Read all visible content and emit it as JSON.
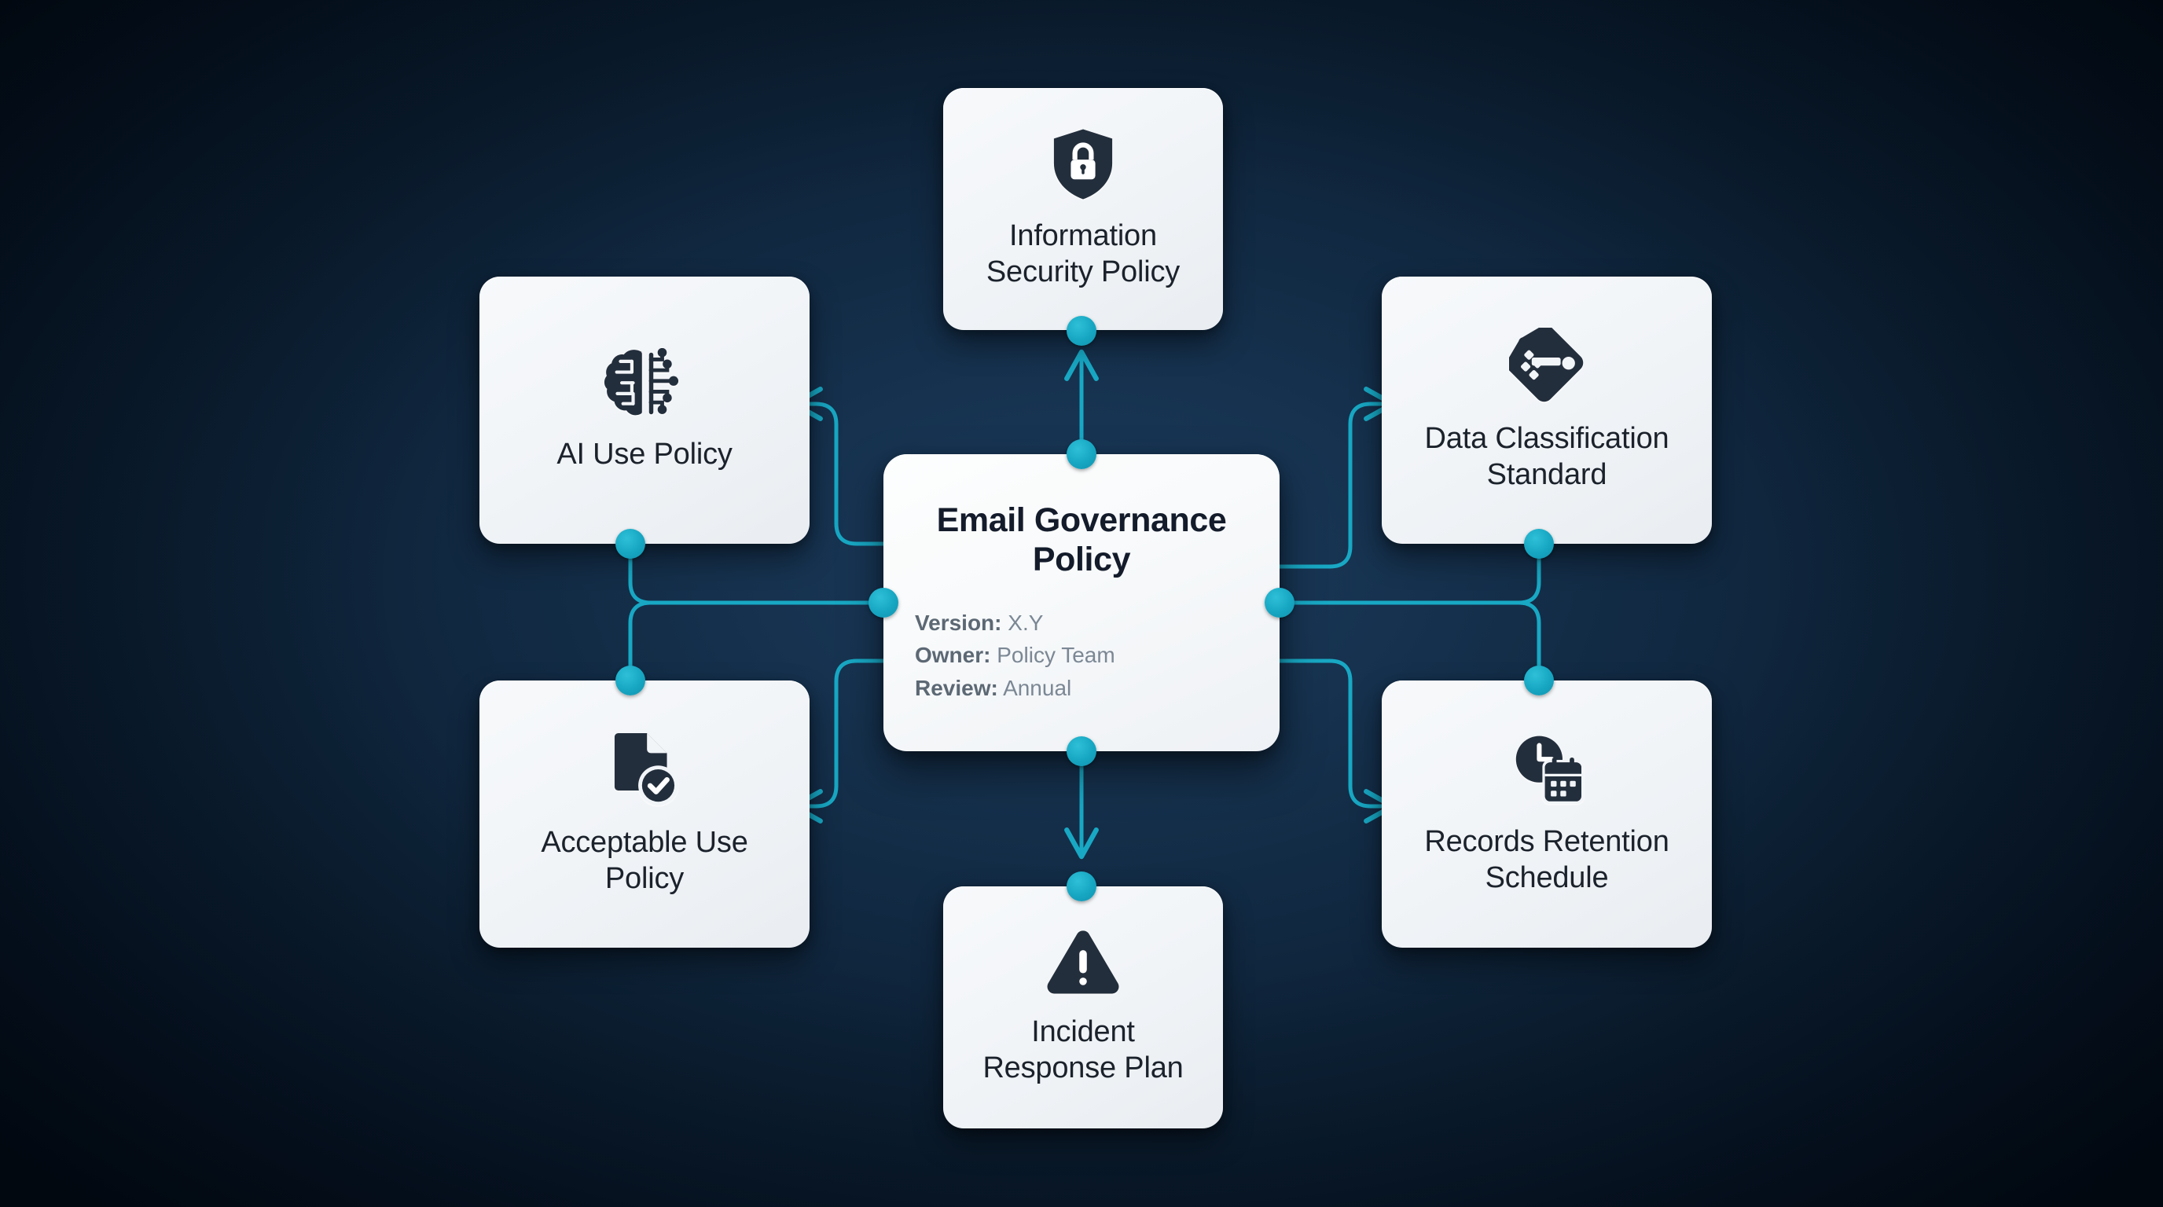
{
  "diagram": {
    "title": "Email Governance Policy",
    "type": "hub-and-spoke policy relationship map",
    "accent_color": "#16a6c2",
    "background_color": "#0a1c2e",
    "card_color": "#f2f5f8",
    "text_color": "#1b222b"
  },
  "center": {
    "title": "Email Governance\nPolicy",
    "meta": [
      {
        "label": "Version:",
        "value": "X.Y"
      },
      {
        "label": "Owner:",
        "value": "Policy Team"
      },
      {
        "label": "Review:",
        "value": "Annual"
      }
    ]
  },
  "nodes": [
    {
      "id": "information-security-policy",
      "label": "Information\nSecurity Policy",
      "icon": "shield-lock-icon",
      "position": "top"
    },
    {
      "id": "ai-use-policy",
      "label": "AI Use Policy",
      "icon": "brain-circuit-icon",
      "position": "top-left"
    },
    {
      "id": "data-classification-standard",
      "label": "Data Classification\nStandard",
      "icon": "tag-icon",
      "position": "top-right"
    },
    {
      "id": "acceptable-use-policy",
      "label": "Acceptable Use\nPolicy",
      "icon": "document-check-icon",
      "position": "bottom-left"
    },
    {
      "id": "records-retention-schedule",
      "label": "Records Retention\nSchedule",
      "icon": "clock-calendar-icon",
      "position": "bottom-right"
    },
    {
      "id": "incident-response-plan",
      "label": "Incident\nResponse Plan",
      "icon": "warning-triangle-icon",
      "position": "bottom"
    }
  ],
  "edges": [
    {
      "from": "email-governance-policy",
      "to": "information-security-policy",
      "direction": "up"
    },
    {
      "from": "email-governance-policy",
      "to": "incident-response-plan",
      "direction": "down"
    },
    {
      "from": "email-governance-policy",
      "to": "ai-use-policy",
      "direction": "left-up"
    },
    {
      "from": "email-governance-policy",
      "to": "acceptable-use-policy",
      "direction": "left-down"
    },
    {
      "from": "email-governance-policy",
      "to": "data-classification-standard",
      "direction": "right-up"
    },
    {
      "from": "email-governance-policy",
      "to": "records-retention-schedule",
      "direction": "right-down"
    }
  ]
}
